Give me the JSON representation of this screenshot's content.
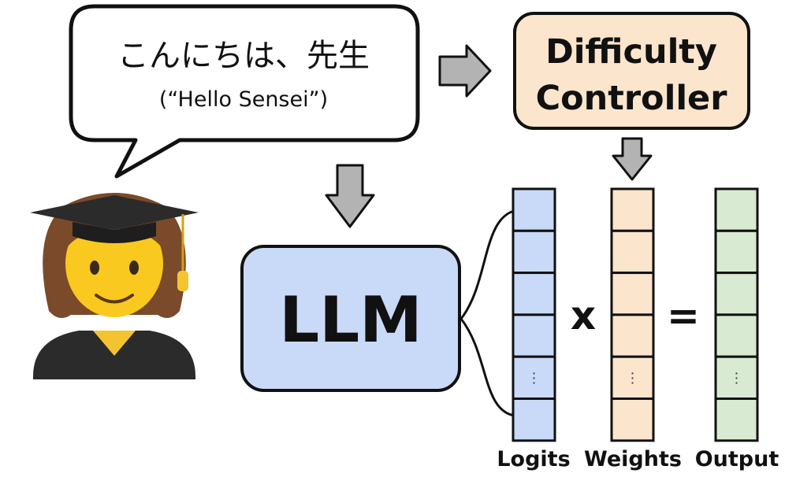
{
  "speech": {
    "text": "こんにちは、先生",
    "translation": "(“Hello Sensei”)"
  },
  "controller": {
    "line1": "Difficulty",
    "line2": "Controller"
  },
  "model": {
    "label": "LLM"
  },
  "operators": {
    "multiply": "x",
    "equals": "="
  },
  "columns": {
    "logits": "Logits",
    "weights": "Weights",
    "output": "Output",
    "ellipsis": "⋮"
  },
  "icons": {
    "student": "student-emoji-icon"
  },
  "colors": {
    "logits": "#c9daf8",
    "weights": "#fce5cd",
    "output": "#d9ead3",
    "llm": "#c9daf8",
    "controller": "#fce5cd",
    "arrow": "#b3b3b3"
  }
}
